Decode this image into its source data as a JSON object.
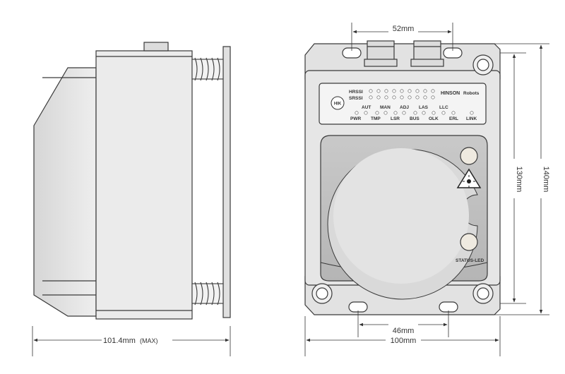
{
  "dimensions": {
    "side_width": "101.4mm",
    "side_width_suffix": "(MAX)",
    "front_width": "100mm",
    "top_hole_spacing": "52mm",
    "bottom_hole_spacing": "46mm",
    "inner_height": "130mm",
    "outer_height": "140mm"
  },
  "panel": {
    "row_labels": [
      "HRSSI",
      "SRSSI"
    ],
    "brand_name": "HINSON",
    "brand_suffix": "Robots",
    "logo_text": "HIK",
    "top_led_labels": [
      "AUT",
      "MAN",
      "ADJ",
      "LAS",
      "LLC"
    ],
    "bottom_led_labels": [
      "PWR",
      "TMP",
      "LSR",
      "BUS",
      "OLK",
      "ERL",
      "LINK"
    ],
    "status_label": "STATUS-LED"
  },
  "colors": {
    "body": "#e6e6e6",
    "outline": "#3a3a3a",
    "window": "#d9d9d9",
    "panel": "#f4f4f4",
    "dimension": "#333333"
  }
}
